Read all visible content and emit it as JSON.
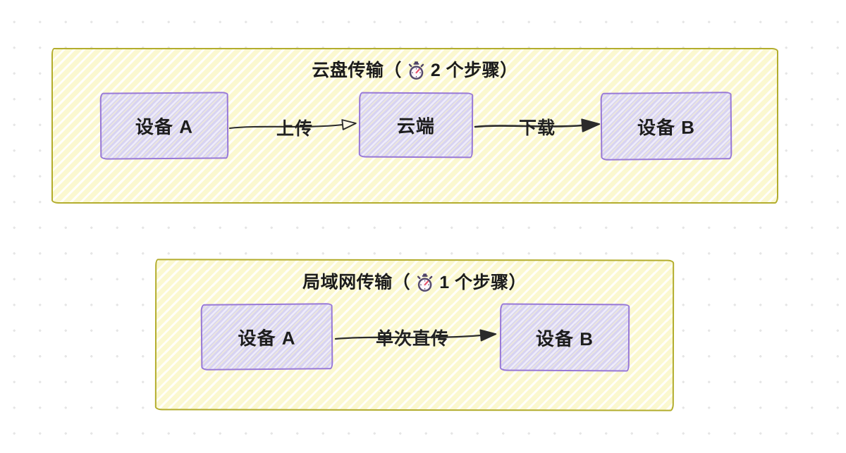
{
  "app": {
    "name": "hand-drawn transfer comparison diagram"
  },
  "colors": {
    "panel_border": "#b3ad2d",
    "panel_fill": "#fbf8d0",
    "node_border": "#9878d6",
    "node_fill": "#d8d3f2",
    "arrow": "#2b2b2b",
    "text": "#1c1c1c",
    "background_dot": "#e6e6e6"
  },
  "panels": [
    {
      "title_prefix": "云盘传输（",
      "title_suffix": "2 个步骤）",
      "icon": "stopwatch-emoji",
      "nodes": [
        {
          "label": "设备 A"
        },
        {
          "label": "云端"
        },
        {
          "label": "设备 B"
        }
      ],
      "edges": [
        {
          "label": "上传",
          "arrowhead": "hollow-triangle"
        },
        {
          "label": "下载",
          "arrowhead": "solid-triangle"
        }
      ]
    },
    {
      "title_prefix": "局域网传输（",
      "title_suffix": "1 个步骤）",
      "icon": "stopwatch-emoji",
      "nodes": [
        {
          "label": "设备 A"
        },
        {
          "label": "设备 B"
        }
      ],
      "edges": [
        {
          "label": "单次直传",
          "arrowhead": "solid-triangle"
        }
      ]
    }
  ]
}
